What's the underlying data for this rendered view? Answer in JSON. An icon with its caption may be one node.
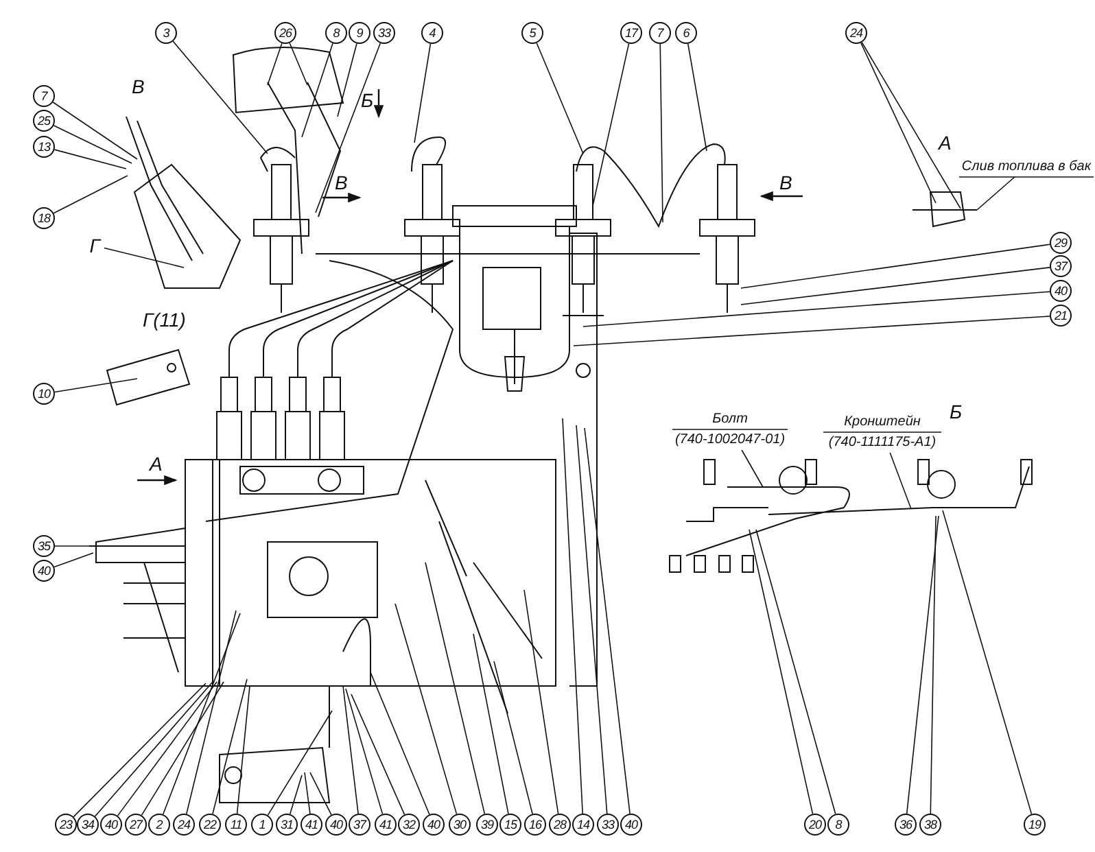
{
  "diagram": {
    "nodes": [
      {
        "text": [
          "3"
        ]
      },
      {
        "text": [
          "26"
        ]
      },
      {
        "text": [
          "8"
        ]
      },
      {
        "text": [
          "9"
        ]
      },
      {
        "text": [
          "33"
        ]
      },
      {
        "text": [
          "4"
        ]
      },
      {
        "text": [
          "5"
        ]
      },
      {
        "text": [
          "17"
        ]
      },
      {
        "text": [
          "7"
        ]
      },
      {
        "text": [
          "6"
        ]
      },
      {
        "text": [
          "24"
        ]
      },
      {
        "text": [
          "7"
        ]
      },
      {
        "text": [
          "25"
        ]
      },
      {
        "text": [
          "13"
        ]
      },
      {
        "text": [
          "18"
        ]
      },
      {
        "text": [
          "Г"
        ]
      },
      {
        "text": [
          "10"
        ]
      },
      {
        "text": [
          "29"
        ]
      },
      {
        "text": [
          "37"
        ]
      },
      {
        "text": [
          "40"
        ]
      },
      {
        "text": [
          "21"
        ]
      },
      {
        "text": [
          "35"
        ]
      },
      {
        "text": [
          "40"
        ]
      },
      {
        "text": [
          "Болт",
          "(740-1002047-01)"
        ]
      },
      {
        "text": [
          "Кронштейн",
          "(740-1111175-А1)"
        ]
      },
      {
        "text": [
          "Слив топлива в бак"
        ]
      },
      {
        "text": [
          "23"
        ]
      },
      {
        "text": [
          "34"
        ]
      },
      {
        "text": [
          "40"
        ]
      },
      {
        "text": [
          "27"
        ]
      },
      {
        "text": [
          "2"
        ]
      },
      {
        "text": [
          "24"
        ]
      },
      {
        "text": [
          "22"
        ]
      },
      {
        "text": [
          "11"
        ]
      },
      {
        "text": [
          "1"
        ]
      },
      {
        "text": [
          "31"
        ]
      },
      {
        "text": [
          "41"
        ]
      },
      {
        "text": [
          "40"
        ]
      },
      {
        "text": [
          "37"
        ]
      },
      {
        "text": [
          "41"
        ]
      },
      {
        "text": [
          "32"
        ]
      },
      {
        "text": [
          "40"
        ]
      },
      {
        "text": [
          "30"
        ]
      },
      {
        "text": [
          "39"
        ]
      },
      {
        "text": [
          "15"
        ]
      },
      {
        "text": [
          "16"
        ]
      },
      {
        "text": [
          "28"
        ]
      },
      {
        "text": [
          "14"
        ]
      },
      {
        "text": [
          "33"
        ]
      },
      {
        "text": [
          "40"
        ]
      },
      {
        "text": [
          "20"
        ]
      },
      {
        "text": [
          "8"
        ]
      },
      {
        "text": [
          "36"
        ]
      },
      {
        "text": [
          "38"
        ]
      },
      {
        "text": [
          "19"
        ]
      }
    ],
    "edges": [
      {
        "from": 0,
        "to": null,
        "arrow": "none"
      },
      {
        "from": 1,
        "to": null,
        "arrow": "none"
      },
      {
        "from": 1,
        "to": null,
        "arrow": "none"
      },
      {
        "from": 2,
        "to": null,
        "arrow": "none"
      },
      {
        "from": 3,
        "to": null,
        "arrow": "none"
      },
      {
        "from": 4,
        "to": null,
        "arrow": "none"
      },
      {
        "from": 5,
        "to": null,
        "arrow": "none"
      },
      {
        "from": 6,
        "to": null,
        "arrow": "none"
      },
      {
        "from": 7,
        "to": null,
        "arrow": "none"
      },
      {
        "from": 8,
        "to": null,
        "arrow": "none"
      },
      {
        "from": 9,
        "to": null,
        "arrow": "none"
      },
      {
        "from": 10,
        "to": null,
        "arrow": "none"
      },
      {
        "from": 10,
        "to": null,
        "arrow": "none"
      },
      {
        "from": 11,
        "to": null,
        "arrow": "none"
      },
      {
        "from": 12,
        "to": null,
        "arrow": "none"
      },
      {
        "from": 13,
        "to": null,
        "arrow": "none"
      },
      {
        "from": 14,
        "to": null,
        "arrow": "none"
      },
      {
        "from": 15,
        "to": null,
        "arrow": "none"
      },
      {
        "from": 16,
        "to": null,
        "arrow": "none"
      },
      {
        "from": 17,
        "to": null,
        "arrow": "none"
      },
      {
        "from": 18,
        "to": null,
        "arrow": "none"
      },
      {
        "from": 19,
        "to": null,
        "arrow": "none"
      },
      {
        "from": 20,
        "to": null,
        "arrow": "none"
      },
      {
        "from": 21,
        "to": null,
        "arrow": "none"
      },
      {
        "from": 22,
        "to": null,
        "arrow": "none"
      },
      {
        "from": 23,
        "to": null,
        "arrow": "none"
      },
      {
        "from": 24,
        "to": null,
        "arrow": "none"
      },
      {
        "from": 25,
        "to": null,
        "arrow": "none"
      },
      {
        "from": 26,
        "to": null,
        "arrow": "none"
      },
      {
        "from": 27,
        "to": null,
        "arrow": "none"
      },
      {
        "from": 28,
        "to": null,
        "arrow": "none"
      },
      {
        "from": 29,
        "to": null,
        "arrow": "none"
      },
      {
        "from": 30,
        "to": null,
        "arrow": "none"
      },
      {
        "from": 31,
        "to": null,
        "arrow": "none"
      },
      {
        "from": 32,
        "to": null,
        "arrow": "none"
      },
      {
        "from": 33,
        "to": null,
        "arrow": "none"
      },
      {
        "from": 34,
        "to": null,
        "arrow": "none"
      },
      {
        "from": 35,
        "to": null,
        "arrow": "none"
      },
      {
        "from": 36,
        "to": null,
        "arrow": "none"
      },
      {
        "from": 37,
        "to": null,
        "arrow": "none"
      },
      {
        "from": 38,
        "to": null,
        "arrow": "none"
      },
      {
        "from": 39,
        "to": null,
        "arrow": "none"
      },
      {
        "from": 40,
        "to": null,
        "arrow": "none"
      },
      {
        "from": 41,
        "to": null,
        "arrow": "none"
      },
      {
        "from": 42,
        "to": null,
        "arrow": "none"
      },
      {
        "from": 43,
        "to": null,
        "arrow": "none"
      },
      {
        "from": 44,
        "to": null,
        "arrow": "none"
      },
      {
        "from": 45,
        "to": null,
        "arrow": "none"
      },
      {
        "from": 46,
        "to": null,
        "arrow": "none"
      },
      {
        "from": 47,
        "to": null,
        "arrow": "none"
      },
      {
        "from": 48,
        "to": null,
        "arrow": "none"
      },
      {
        "from": 49,
        "to": null,
        "arrow": "none"
      },
      {
        "from": 50,
        "to": null,
        "arrow": "none"
      },
      {
        "from": 51,
        "to": null,
        "arrow": "none"
      },
      {
        "from": 52,
        "to": null,
        "arrow": "none"
      },
      {
        "from": 53,
        "to": null,
        "arrow": "none"
      },
      {
        "from": 54,
        "to": null,
        "arrow": "none"
      }
    ],
    "labels": [
      "В",
      "Б",
      "В",
      "В",
      "А",
      "А",
      "Г(11)",
      "Б"
    ]
  }
}
